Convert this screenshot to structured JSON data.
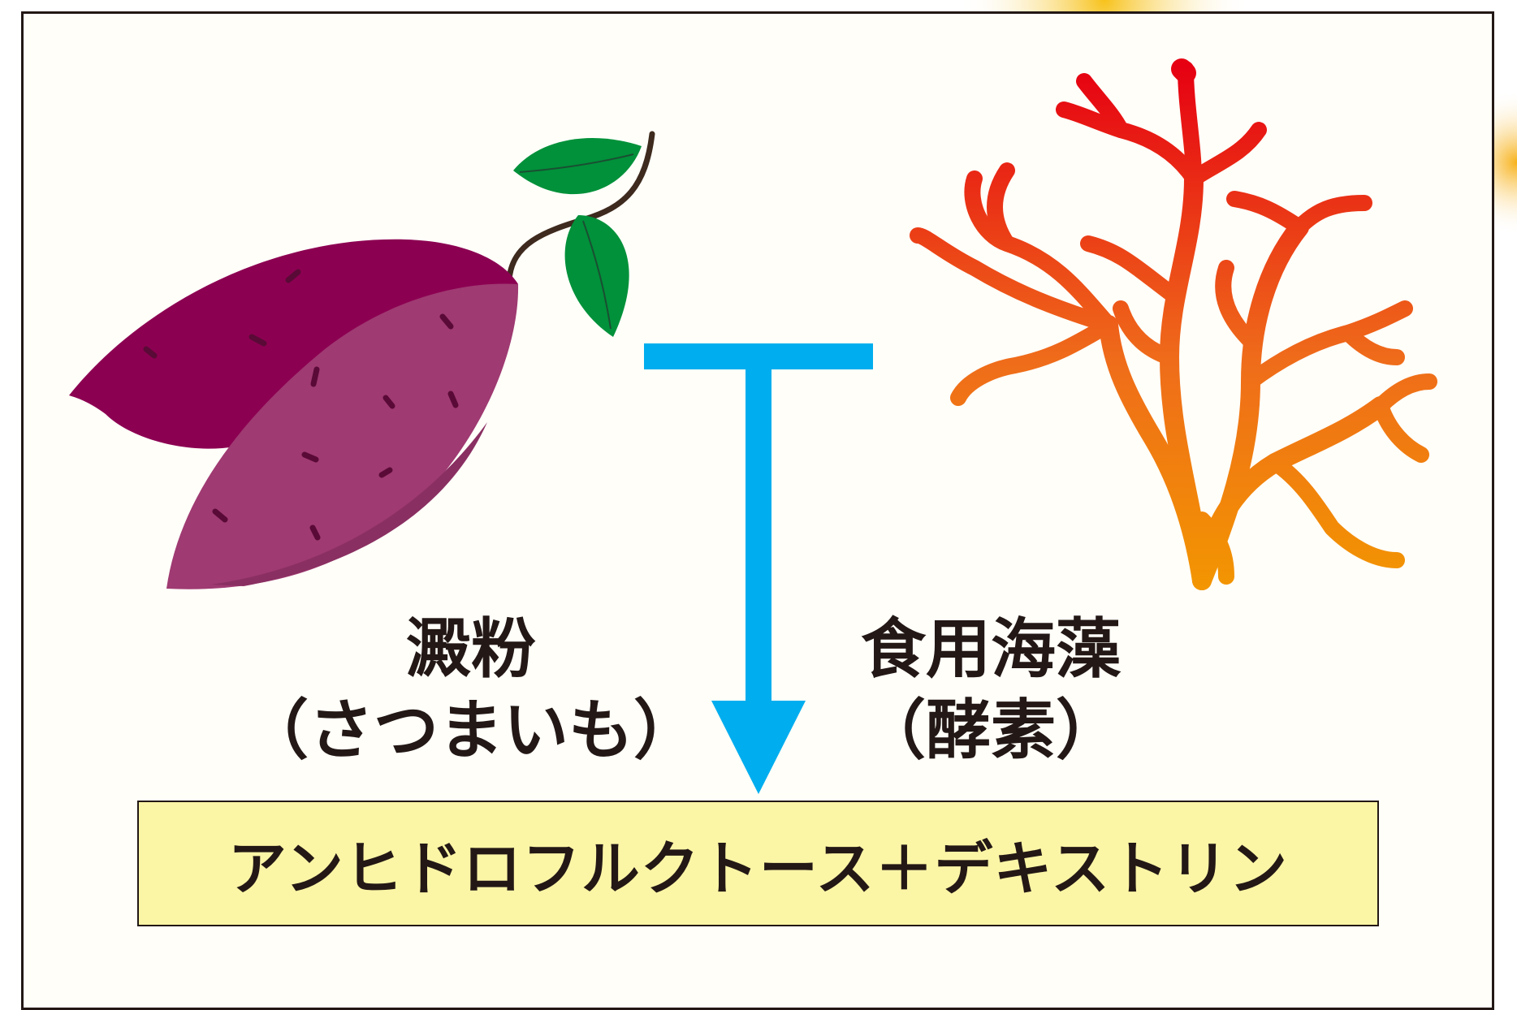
{
  "starch": {
    "name": "澱粉",
    "source": "（さつまいも）"
  },
  "seaweed": {
    "name": "食用海藻",
    "source": "（酵素）"
  },
  "result": {
    "text": "アンヒドロフルクトース＋デキストリン"
  },
  "colors": {
    "arrow": "#00aeef",
    "result_box_fill": "#fbf5a6",
    "text": "#231815",
    "potato_dark": "#8c0052",
    "potato_light": "#9f3a72",
    "leaf": "#00913a",
    "seaweed_top": "#e60012",
    "seaweed_bottom": "#f39800"
  },
  "icons": [
    "sweet-potato-icon",
    "seaweed-icon",
    "down-arrow-icon"
  ]
}
